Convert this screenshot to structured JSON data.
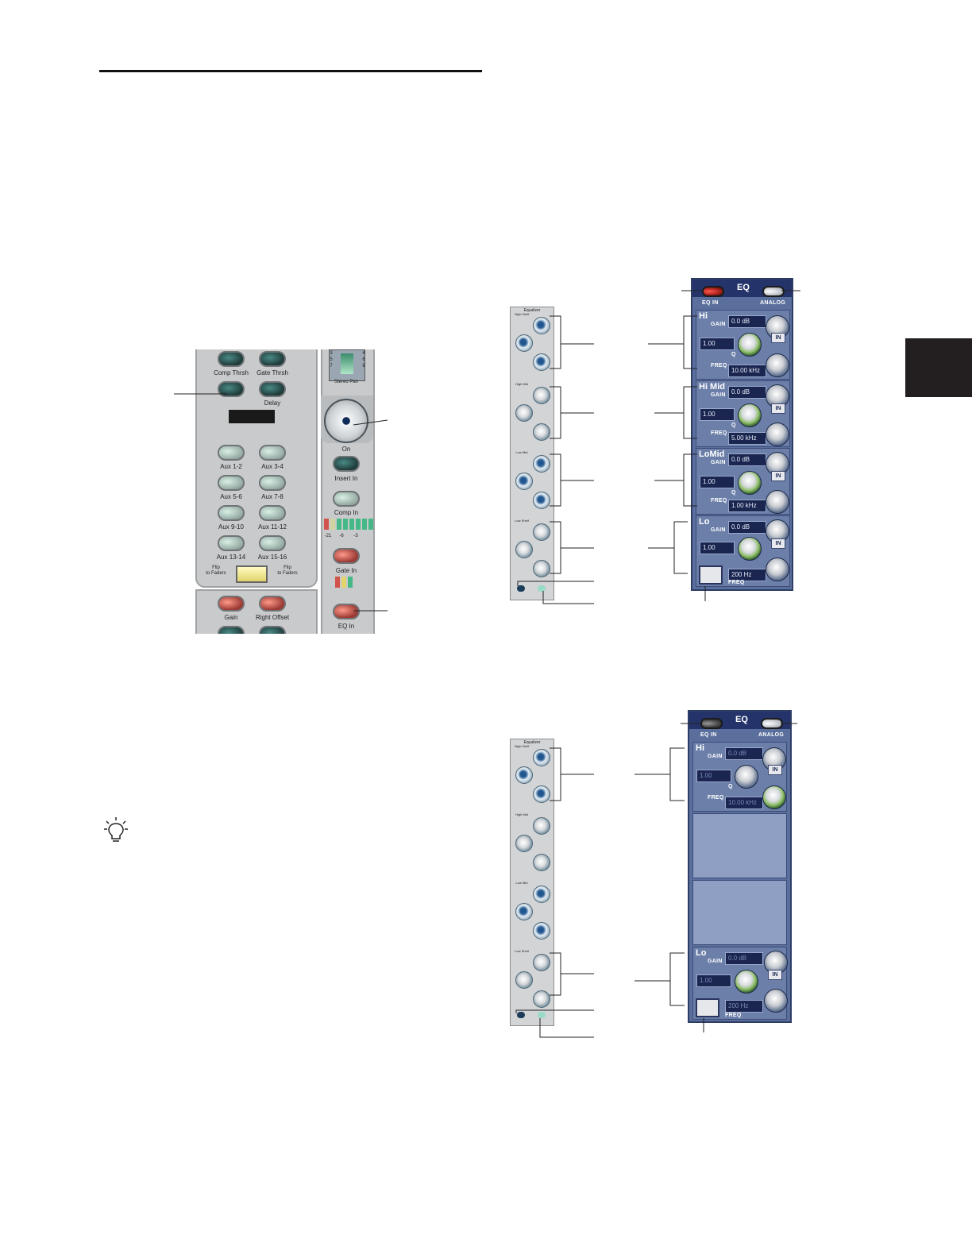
{
  "console": {
    "comp_thrsh": "Comp Thrsh",
    "gate_thrsh": "Gate Thrsh",
    "delay": "Delay",
    "stereo_pan": "Stereo Pan",
    "on": "On",
    "insert_in": "Insert In",
    "comp_in": "Comp In",
    "meter_ticks": [
      "-21",
      "-6",
      "-3"
    ],
    "gate_in": "Gate In",
    "eq_in": "EQ In",
    "aux": [
      "Aux 1-2",
      "Aux 3-4",
      "Aux 5-6",
      "Aux 7-8",
      "Aux 9-10",
      "Aux 11-12",
      "Aux 13-14",
      "Aux 15-16"
    ],
    "flip_left": "Flip\nto Faders",
    "flip_right": "Flip\nto Faders",
    "gain": "Gain",
    "right_offset": "Right Offset",
    "pan_numbers_left": [
      "3",
      "5",
      "7"
    ],
    "pan_numbers_right": [
      "4",
      "6",
      "8"
    ]
  },
  "eq_full": {
    "title": "EQ",
    "eq_in": "EQ IN",
    "analog": "ANALOG",
    "bands": [
      {
        "name": "Hi",
        "gain": "0.0 dB",
        "q": "1.00",
        "freq": "10.00 kHz"
      },
      {
        "name": "Hi Mid",
        "gain": "0.0 dB",
        "q": "1.00",
        "freq": "5.00 kHz"
      },
      {
        "name": "LoMid",
        "gain": "0.0 dB",
        "q": "1.00",
        "freq": "1.00 kHz"
      },
      {
        "name": "Lo",
        "gain": "0.0 dB",
        "q": "1.00",
        "freq": "200 Hz"
      }
    ],
    "gain_label": "GAIN",
    "q_label": "Q",
    "freq_label": "FREQ",
    "in_label": "IN"
  },
  "eq_analog": {
    "title": "EQ",
    "eq_in": "EQ IN",
    "analog": "ANALOG",
    "bands": [
      {
        "name": "Hi",
        "gain": "0.0 dB",
        "q": "1.00",
        "freq": "10.00 kHz"
      },
      {
        "name": "Lo",
        "gain": "0.0 dB",
        "q": "1.00",
        "freq": "200 Hz"
      }
    ],
    "gain_label": "GAIN",
    "q_label": "Q",
    "freq_label": "FREQ",
    "in_label": "IN"
  },
  "plugin_strip": {
    "title": "Equalizer",
    "bands": [
      "High Shelf",
      "High Mid",
      "Low Mid",
      "Low Shelf"
    ]
  }
}
